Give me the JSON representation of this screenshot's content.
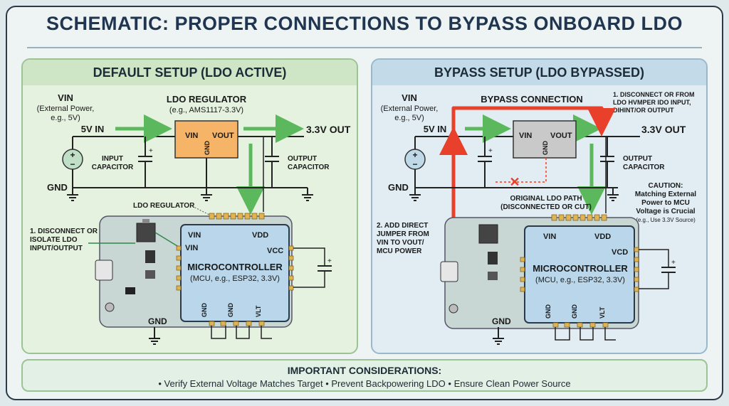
{
  "title": "SCHEMATIC: PROPER CONNECTIONS TO BYPASS ONBOARD LDO",
  "left": {
    "header": "DEFAULT SETUP (LDO ACTIVE)",
    "vin_title": "VIN",
    "vin_sub1": "(External Power,",
    "vin_sub2": "e.g., 5V)",
    "five_v_in": "5V IN",
    "ldo_title": "LDO REGULATOR",
    "ldo_sub": "(e.g., AMS1117-3.3V)",
    "ldo_vin": "VIN",
    "ldo_vout": "VOUT",
    "ldo_gnd": "GND",
    "out_3v3": "3.3V OUT",
    "input_cap1": "INPUT",
    "input_cap2": "CAPACITOR",
    "output_cap1": "OUTPUT",
    "output_cap2": "CAPACITOR",
    "gnd": "GND",
    "ldo_reg_label": "LDO REGULATOR",
    "step1_a": "1. DISCONNECT OR",
    "step1_b": "ISOLATE LDO",
    "step1_c": "INPUT/OUTPUT",
    "mcu_vin": "VIN",
    "mcu_vdd": "VDD",
    "mcu_vcc": "VCC",
    "board_vin": "VIN",
    "mcu_title": "MICROCONTROLLER",
    "mcu_sub": "(MCU, e.g., ESP32, 3.3V)",
    "pin_gnd1": "GND",
    "pin_gnd2": "GND",
    "pin_vlt": "VLT",
    "board_gnd": "GND"
  },
  "right": {
    "header": "BYPASS SETUP (LDO BYPASSED)",
    "vin_title": "VIN",
    "vin_sub1": "(External Power,",
    "vin_sub2": "e.g., 5V)",
    "five_v_in": "5V IN",
    "bypass_conn": "BYPASS CONNECTION",
    "ldo_vin": "VIN",
    "ldo_vout": "VOUT",
    "ldo_gnd": "GND",
    "out_3v3": "3.3V OUT",
    "note1_a": "1. DISCONNECT OR FROM",
    "note1_b": "LDO HVMPER IDO INPUT,",
    "note1_c": "DIHINT/OR OUTPUT",
    "output_cap1": "OUTPUT",
    "output_cap2": "CAPACITOR",
    "gnd": "GND",
    "orig_path1": "ORIGINAL LDO PATH",
    "orig_path2": "(DISCONNECTED OR CUT)",
    "caution1": "CAUTION:",
    "caution2": "Matching External",
    "caution3": "Power to MCU",
    "caution4": "Voltage is Crucial",
    "caution5": "(e.g., Use 3.3V Source)",
    "step2_a": "2. ADD DIRECT",
    "step2_b": "JUMPER FROM",
    "step2_c": "VIN TO VOUT/",
    "step2_d": "MCU POWER",
    "mcu_vin": "VIN",
    "mcu_vdd": "VDD",
    "mcu_vcd": "VCD",
    "mcu_title": "MICROCONTROLLER",
    "mcu_sub": "(MCU, e.g., ESP32, 3.3V)",
    "pin_gnd1": "GND",
    "pin_gnd2": "GND",
    "pin_vlt": "VLT",
    "board_gnd": "GND"
  },
  "bottom": {
    "heading": "IMPORTANT CONSIDERATIONS:",
    "text": "• Verify External Voltage Matches Target • Prevent Backpowering LDO • Ensure Clean Power Source"
  },
  "colors": {
    "ldo_active": "#f6b468",
    "ldo_bypassed": "#c9c9c9",
    "board": "#c9d7d4",
    "mcu": "#b9d6ea",
    "green_arrow": "#5cb85c",
    "red_path": "#e8402a"
  }
}
